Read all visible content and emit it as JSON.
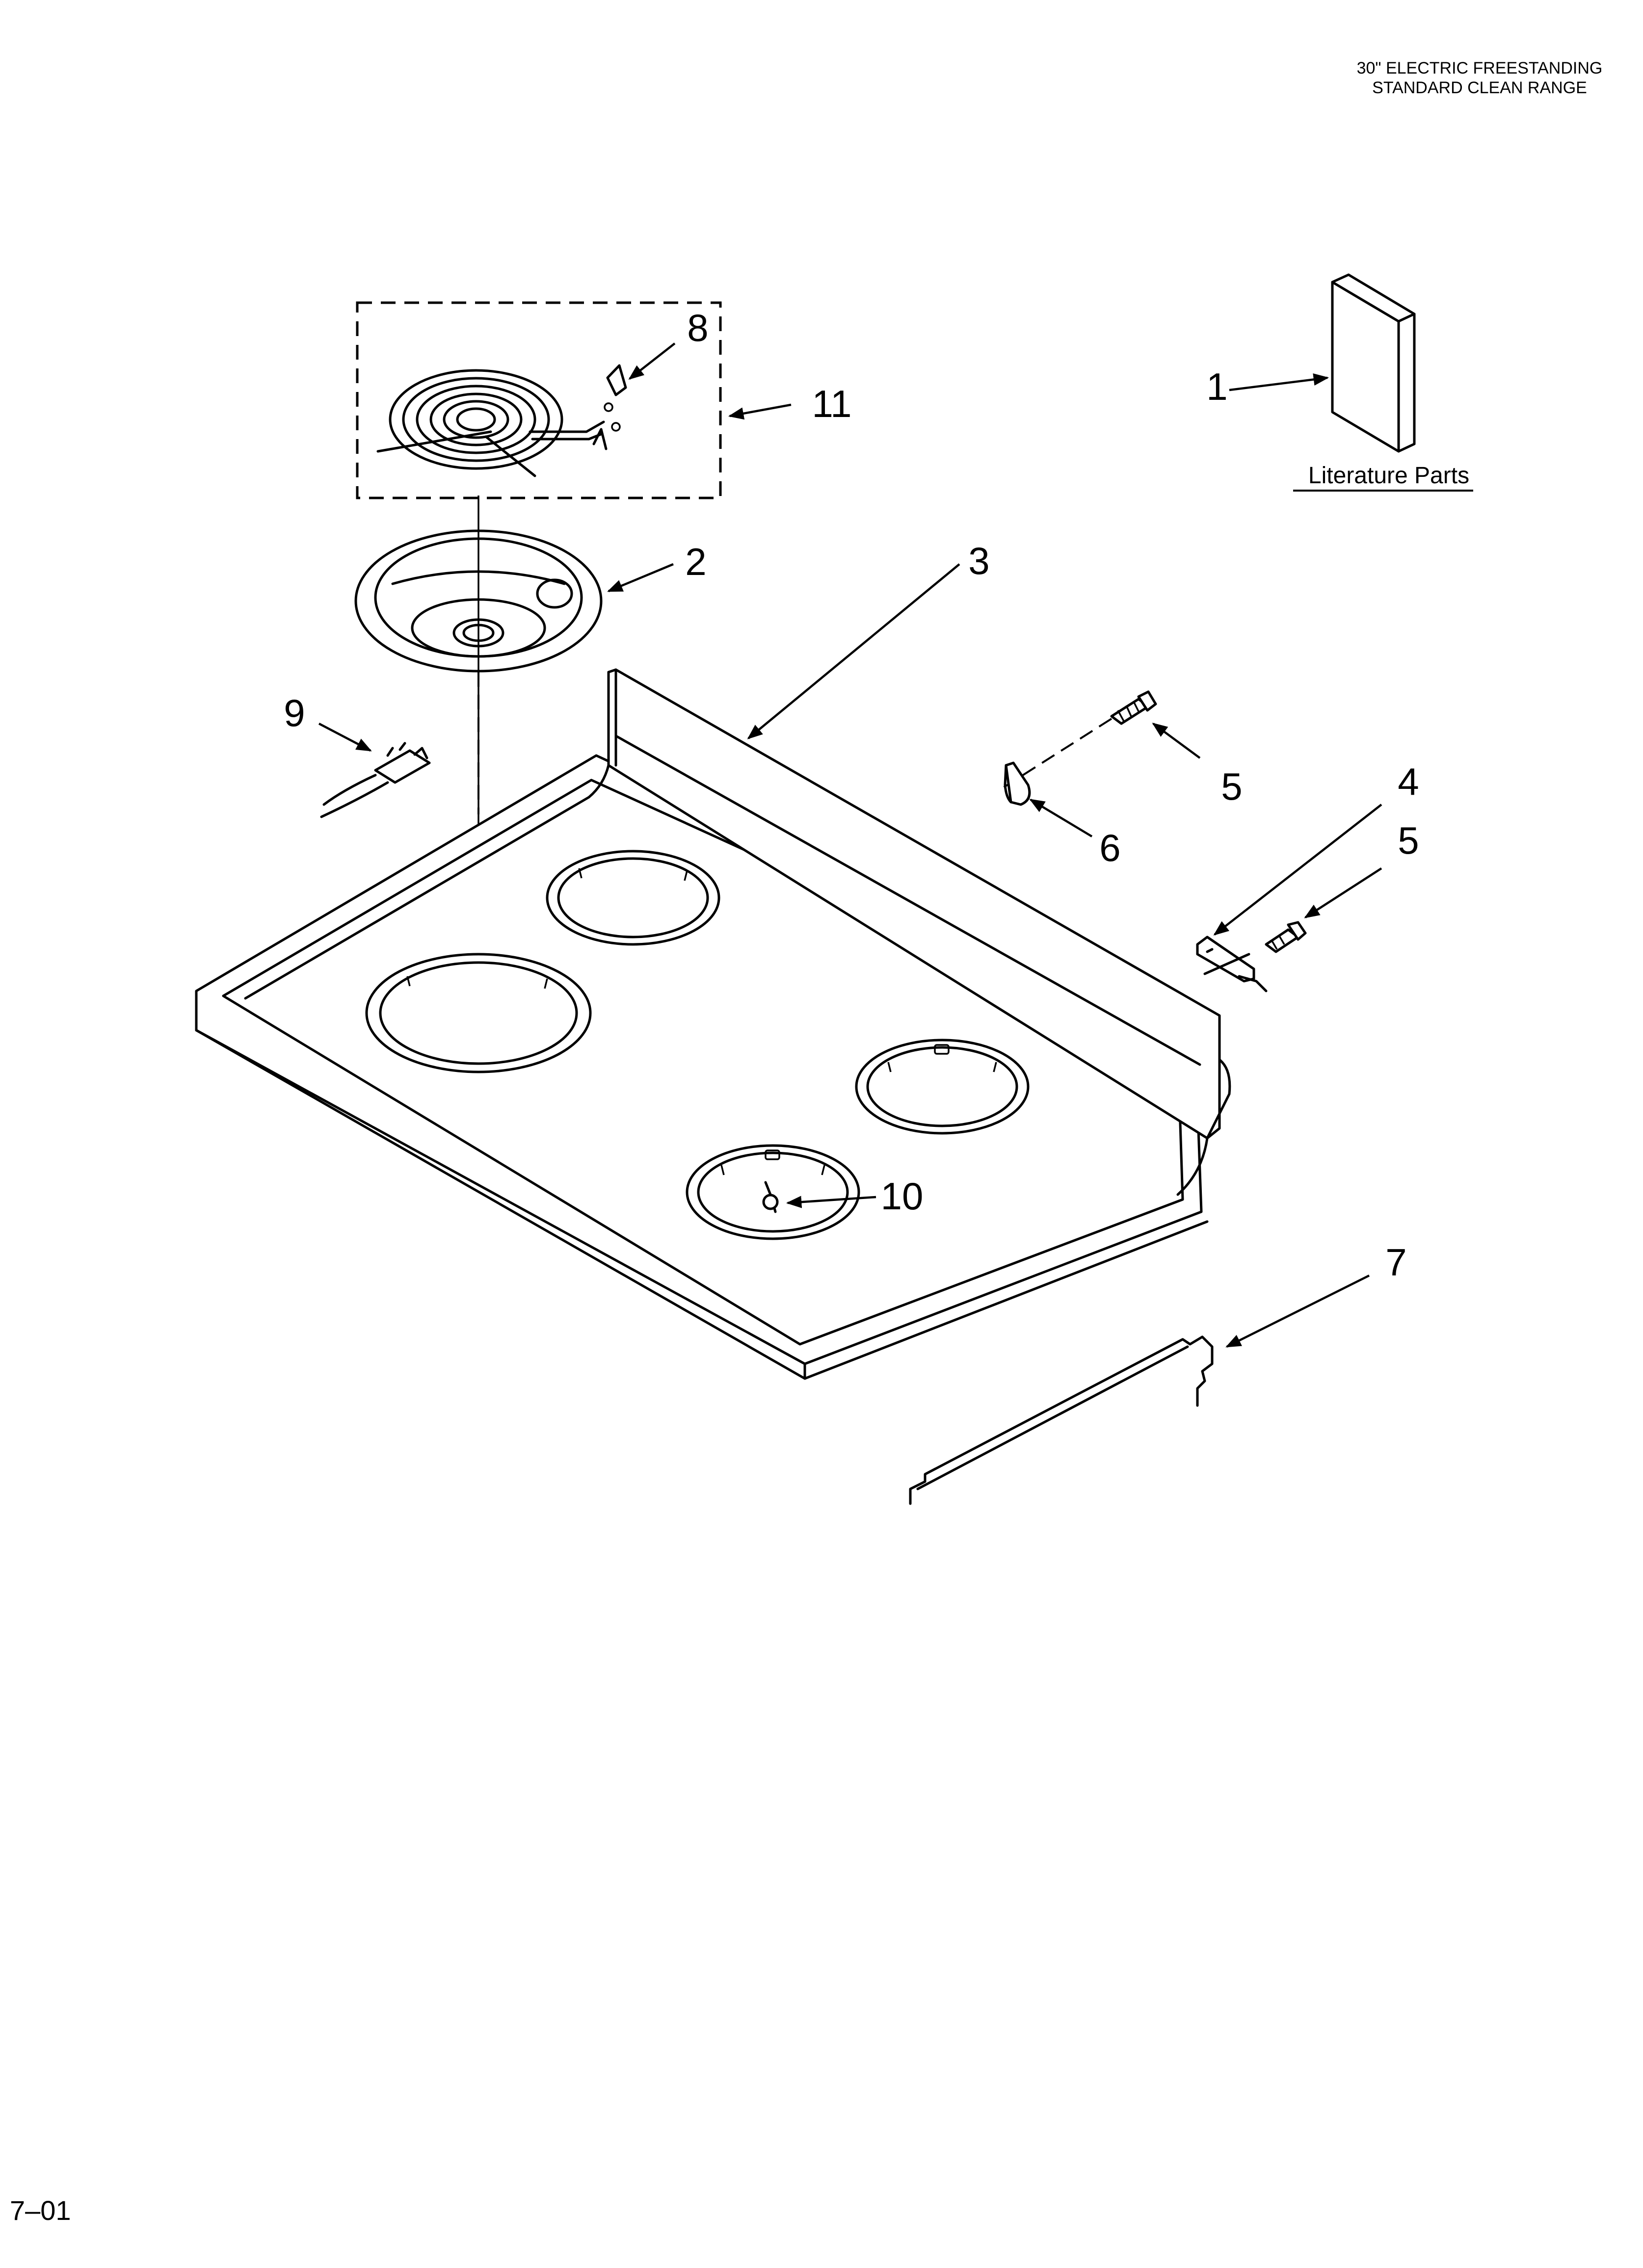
{
  "header": {
    "line1": "30\" ELECTRIC FREESTANDING",
    "line2": "STANDARD CLEAN RANGE"
  },
  "literature_label": "Literature Parts",
  "callouts": {
    "c1": "1",
    "c2": "2",
    "c3": "3",
    "c4": "4",
    "c5a": "5",
    "c5b": "5",
    "c6": "6",
    "c7": "7",
    "c8": "8",
    "c9": "9",
    "c10": "10",
    "c11": "11"
  },
  "footer": {
    "page_code": "7–01"
  }
}
